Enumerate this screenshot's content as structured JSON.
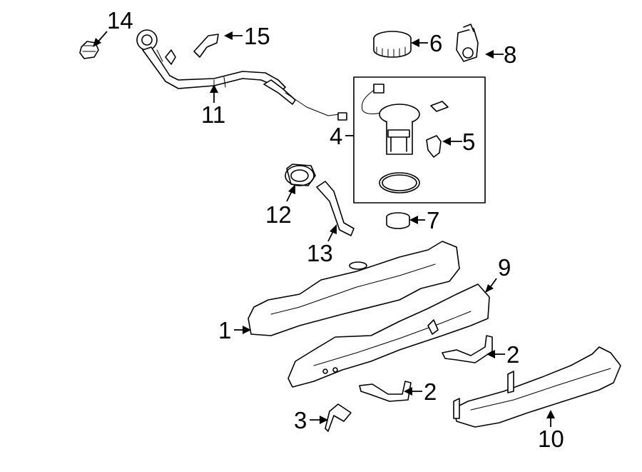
{
  "callouts": [
    {
      "id": "c1",
      "text": "1"
    },
    {
      "id": "c2a",
      "text": "2"
    },
    {
      "id": "c2b",
      "text": "2"
    },
    {
      "id": "c3",
      "text": "3"
    },
    {
      "id": "c4",
      "text": "4"
    },
    {
      "id": "c5",
      "text": "5"
    },
    {
      "id": "c6",
      "text": "6"
    },
    {
      "id": "c7",
      "text": "7"
    },
    {
      "id": "c8",
      "text": "8"
    },
    {
      "id": "c9",
      "text": "9"
    },
    {
      "id": "c10",
      "text": "10"
    },
    {
      "id": "c11",
      "text": "11"
    },
    {
      "id": "c12",
      "text": "12"
    },
    {
      "id": "c13",
      "text": "13"
    },
    {
      "id": "c14",
      "text": "14"
    },
    {
      "id": "c15",
      "text": "15"
    }
  ]
}
